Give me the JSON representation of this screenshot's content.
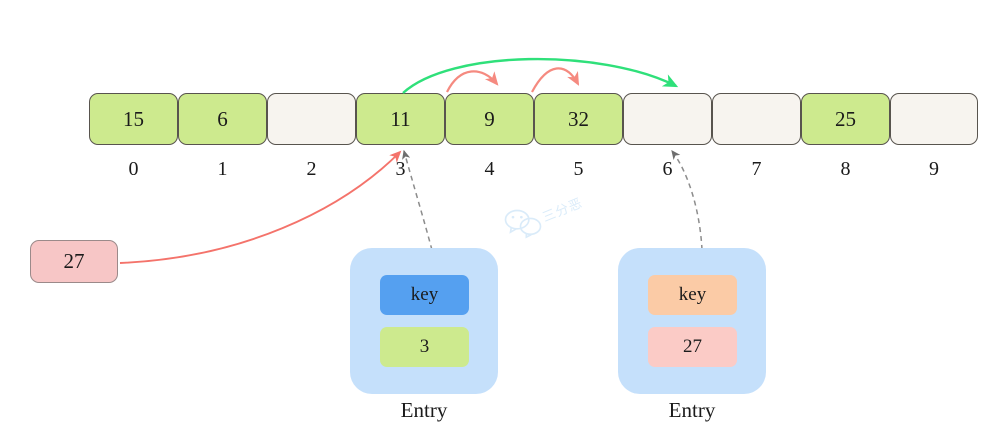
{
  "diagram": {
    "title": "hash-table-insert-linear-probing",
    "background_color": "#ffffff"
  },
  "array": {
    "name": "hash-table-buckets",
    "cell_count": 10,
    "filled_color": "#cdea8e",
    "empty_color": "#f7f4ef",
    "border_color": "#58544e",
    "cells": [
      {
        "index": "0",
        "value": "15",
        "state": "filled"
      },
      {
        "index": "1",
        "value": "6",
        "state": "filled"
      },
      {
        "index": "2",
        "value": "",
        "state": "empty"
      },
      {
        "index": "3",
        "value": "11",
        "state": "filled"
      },
      {
        "index": "4",
        "value": "9",
        "state": "filled"
      },
      {
        "index": "5",
        "value": "32",
        "state": "filled"
      },
      {
        "index": "6",
        "value": "",
        "state": "empty"
      },
      {
        "index": "7",
        "value": "",
        "state": "empty"
      },
      {
        "index": "8",
        "value": "25",
        "state": "filled"
      },
      {
        "index": "9",
        "value": "",
        "state": "empty"
      }
    ]
  },
  "incoming_value": {
    "label": "27",
    "fill_color": "#f7c6c6",
    "border_color": "#9b8a8a"
  },
  "entries": [
    {
      "caption": "Entry",
      "key_label": "key",
      "value_label": "3",
      "key_color": "#55a0f0",
      "value_color": "#cdea8e",
      "card_color": "#c5e0fb",
      "points_to_index": "3"
    },
    {
      "caption": "Entry",
      "key_label": "key",
      "value_label": "27",
      "key_color": "#fbcba6",
      "value_color": "#fbcbc6",
      "card_color": "#c5e0fb",
      "points_to_index": "6"
    }
  ],
  "arrows": {
    "probe_color": "#f58a80",
    "final_color": "#2fe07a",
    "insert_color": "#f4736b",
    "link_color": "#8c8c8c",
    "items": [
      {
        "name": "probe-3-to-4",
        "from_index": "3",
        "to_index": "4",
        "color": "#f58a80",
        "style": "solid"
      },
      {
        "name": "probe-4-to-5",
        "from_index": "4",
        "to_index": "5",
        "color": "#f58a80",
        "style": "solid"
      },
      {
        "name": "place-3-to-6",
        "from_index": "3",
        "to_index": "6",
        "color": "#2fe07a",
        "style": "solid"
      },
      {
        "name": "insert-27-to-3",
        "from_label": "27",
        "to_index": "3",
        "color": "#f4736b",
        "style": "solid"
      },
      {
        "name": "entry-left-to-3",
        "from_label": "Entry",
        "to_index": "3",
        "color": "#8c8c8c",
        "style": "dashed"
      },
      {
        "name": "entry-right-to-6",
        "from_label": "Entry",
        "to_index": "6",
        "color": "#8c8c8c",
        "style": "dashed"
      }
    ]
  },
  "watermark": {
    "text": "三分恶",
    "color": "#bcdcf5"
  }
}
